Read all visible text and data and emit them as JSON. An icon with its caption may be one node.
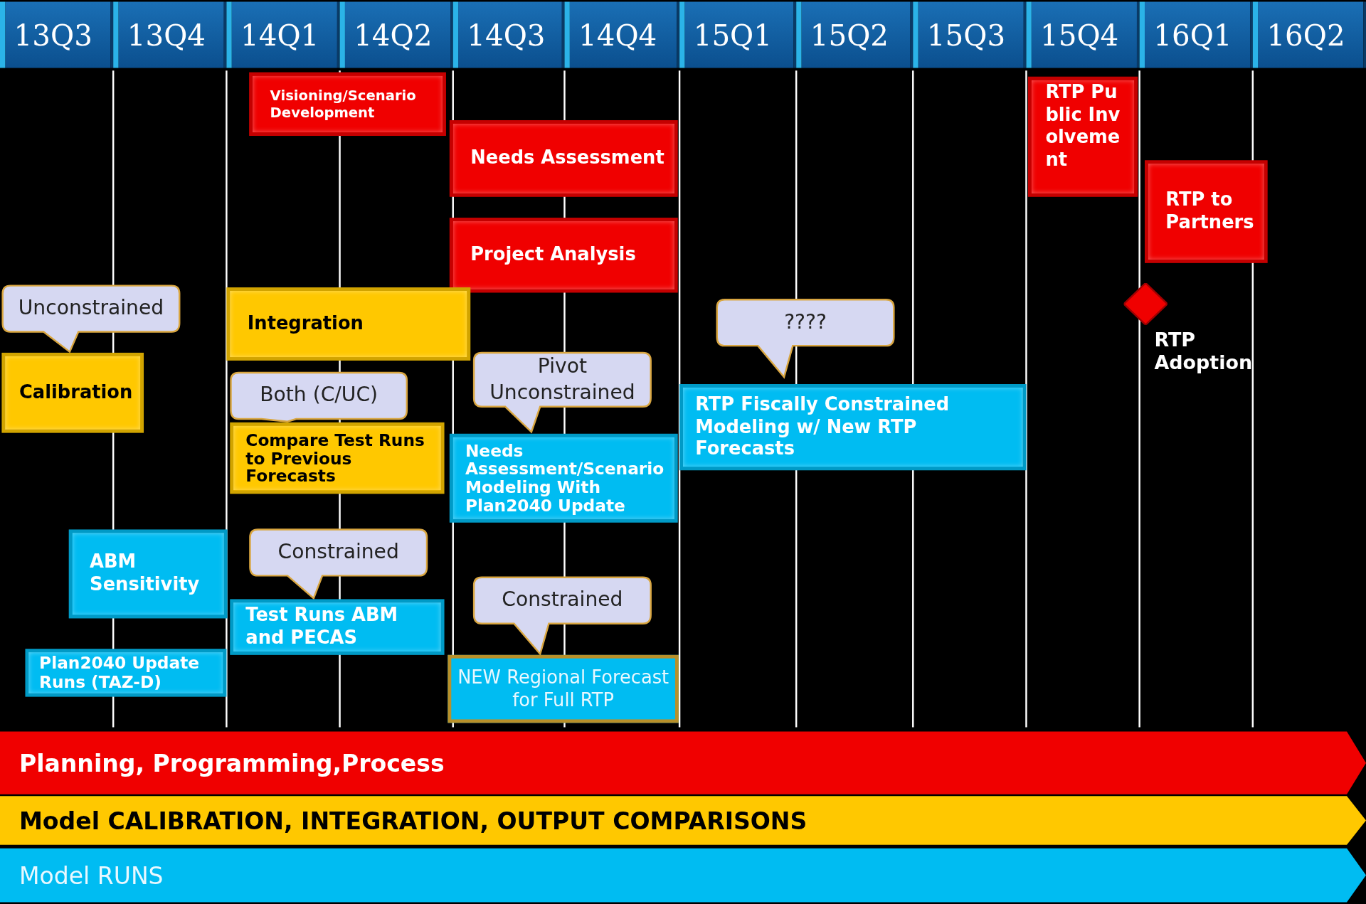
{
  "diagram": {
    "nodes": [
      {
        "text": [
          "13Q3"
        ]
      },
      {
        "text": [
          "13Q4"
        ]
      },
      {
        "text": [
          "14Q1"
        ]
      },
      {
        "text": [
          "14Q2"
        ]
      },
      {
        "text": [
          "14Q3"
        ]
      },
      {
        "text": [
          "14Q4"
        ]
      },
      {
        "text": [
          "15Q1"
        ]
      },
      {
        "text": [
          "15Q2"
        ]
      },
      {
        "text": [
          "15Q3"
        ]
      },
      {
        "text": [
          "15Q4"
        ]
      },
      {
        "text": [
          "16Q1"
        ]
      },
      {
        "text": [
          "16Q2"
        ]
      },
      {
        "text": [
          "Visioning/Scenario Development"
        ]
      },
      {
        "text": [
          "RTP Public Involvement"
        ]
      },
      {
        "text": [
          "Needs Assessment"
        ]
      },
      {
        "text": [
          "RTP to Partners"
        ]
      },
      {
        "text": [
          "Project Analysis"
        ]
      },
      {
        "text": [
          "Unconstrained"
        ]
      },
      {
        "text": [
          "Integration"
        ]
      },
      {
        "text": [],
        "shape": "diamond",
        "beside": [
          "RTP Adoption"
        ]
      },
      {
        "text": [
          "????"
        ]
      },
      {
        "text": [
          "Pivot Unconstrained"
        ]
      },
      {
        "text": [
          "Both (C/UC)"
        ]
      },
      {
        "text": [
          "Calibration"
        ]
      },
      {
        "text": [
          "RTP Fiscally Constrained Modeling w/ New RTP Forecasts"
        ]
      },
      {
        "text": [
          "Compare Test Runs to Previous Forecasts"
        ]
      },
      {
        "text": [
          "Needs Assessment/Scenario Modeling With Plan2040 Update"
        ]
      },
      {
        "text": [
          "ABM Sensitivity"
        ]
      },
      {
        "text": [
          "Constrained"
        ]
      },
      {
        "text": [
          "Constrained"
        ]
      },
      {
        "text": [
          "Test Runs ABM and PECAS"
        ]
      },
      {
        "text": [
          "Plan2040 Update Runs (TAZ-D)"
        ]
      },
      {
        "text": [
          "NEW Regional Forecast for Full RTP"
        ]
      },
      {
        "text": [
          "Planning, Programming,Process"
        ]
      },
      {
        "text": [
          "Model CALIBRATION, INTEGRATION, OUTPUT COMPARISONS"
        ]
      },
      {
        "text": [
          "Model RUNS"
        ]
      }
    ]
  }
}
